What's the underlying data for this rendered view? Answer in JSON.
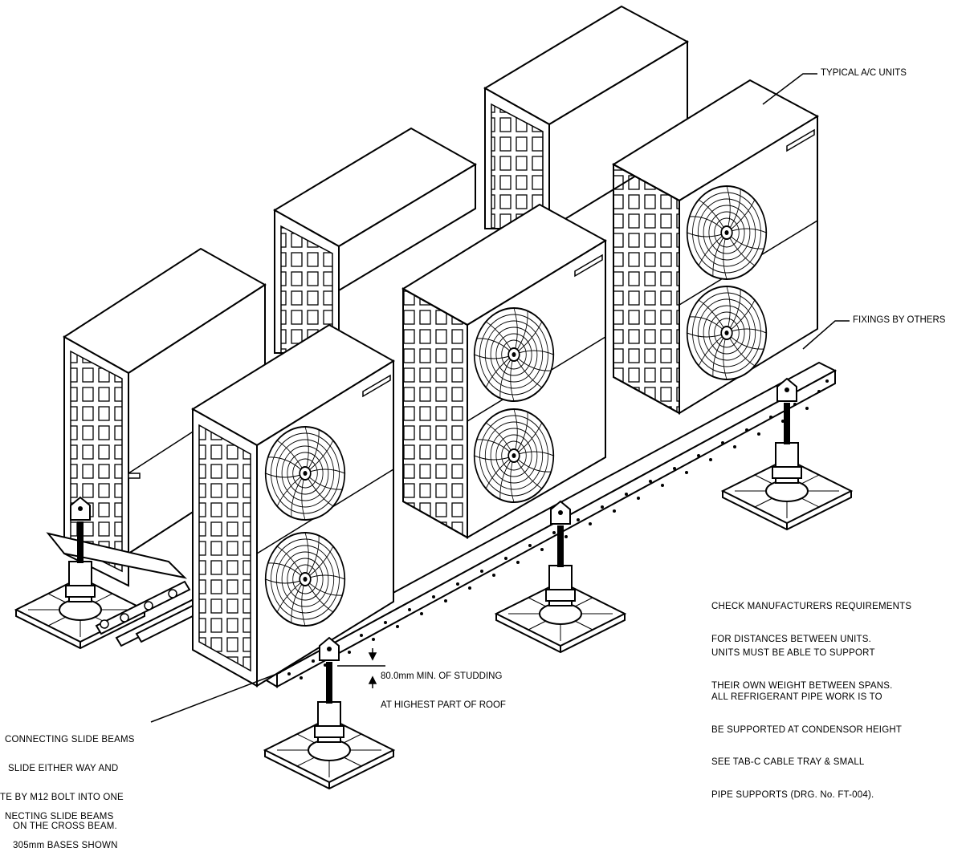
{
  "labels": {
    "typical_units": "TYPICAL A/C UNITS",
    "fixings": "FIXINGS BY OTHERS",
    "studding_line1": "80.0mm MIN. OF STUDDING",
    "studding_line2": "AT HIGHEST PART OF ROOF"
  },
  "right_notes": [
    {
      "lines": [
        "CHECK MANUFACTURERS REQUIREMENTS",
        "FOR DISTANCES BETWEEN UNITS."
      ]
    },
    {
      "lines": [
        "UNITS MUST BE ABLE TO SUPPORT",
        "THEIR OWN WEIGHT BETWEEN SPANS."
      ]
    },
    {
      "lines": [
        "ALL REFRIGERANT PIPE WORK IS TO",
        "BE SUPPORTED AT CONDENSOR HEIGHT",
        "SEE TAB-C CABLE TRAY & SMALL",
        "PIPE SUPPORTS (DRG. No. FT-004)."
      ]
    }
  ],
  "left_notes": [
    {
      "lines": [
        "CONNECTING SLIDE BEAMS",
        "SLIDE EITHER WAY AND",
        "TE BY M12 BOLT INTO ONE",
        "ON THE CROSS BEAM."
      ]
    },
    {
      "lines": [
        "NECTING SLIDE BEAMS",
        "305mm BASES SHOWN"
      ]
    }
  ]
}
